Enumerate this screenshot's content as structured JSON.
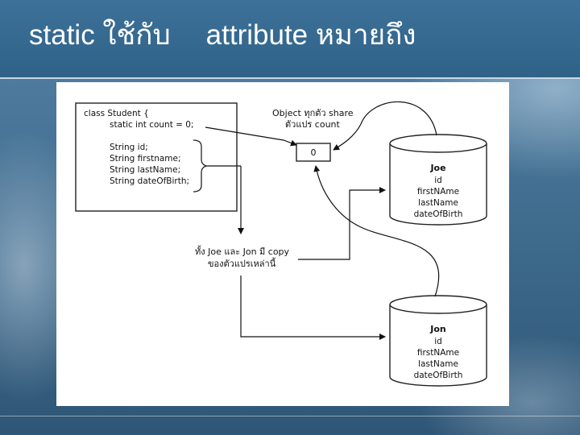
{
  "slide": {
    "title_part1": "static ใช้กับ",
    "title_part2": "attribute หมายถึง"
  },
  "diagram": {
    "class_box": {
      "lines": [
        "class Student {",
        "static int count = 0;",
        "String id;",
        "String firstname;",
        "String lastName;",
        "String dateOfBirth;"
      ]
    },
    "shared_note": {
      "line1": "Object ทุกตัว share",
      "line2": "ตัวแปร count"
    },
    "count_value": "0",
    "copy_note": {
      "line1": "ทั้ง Joe และ Jon มี copy",
      "line2": "ของตัวแปรเหล่านี้"
    },
    "objects": [
      {
        "name": "Joe",
        "fields": [
          "id",
          "firstNAme",
          "lastName",
          "dateOfBirth"
        ]
      },
      {
        "name": "Jon",
        "fields": [
          "id",
          "firstNAme",
          "lastName",
          "dateOfBirth"
        ]
      }
    ]
  }
}
